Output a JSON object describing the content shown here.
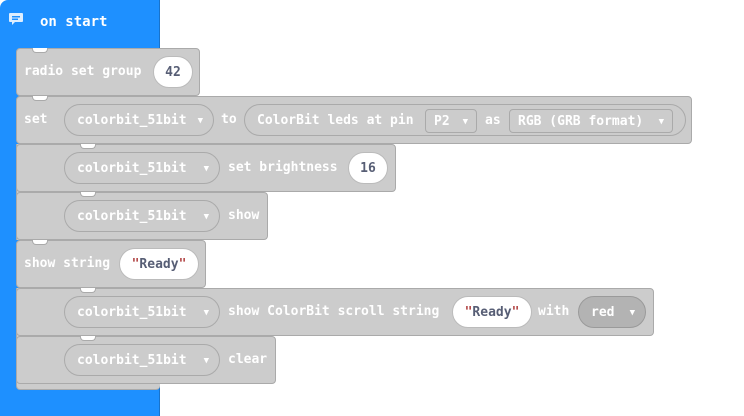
{
  "hat": {
    "label": "on start"
  },
  "radio": {
    "label": "radio set group",
    "value": "42"
  },
  "set": {
    "label": "set",
    "variable": "colorbit_51bit",
    "to": "to",
    "leds_label": "ColorBit leds at pin",
    "pin": "P2",
    "as": "as",
    "format": "RGB (GRB format)"
  },
  "brightness": {
    "variable": "colorbit_51bit",
    "label": "set brightness",
    "value": "16"
  },
  "show": {
    "variable": "colorbit_51bit",
    "label": "show"
  },
  "show_string": {
    "label": "show string",
    "open_q": "\"",
    "value": "Ready",
    "close_q": "\""
  },
  "scroll": {
    "variable": "colorbit_51bit",
    "label": "show ColorBit scroll string",
    "open_q": "\"",
    "value": "Ready",
    "close_q": "\"",
    "with": "with",
    "color": "red"
  },
  "clear": {
    "variable": "colorbit_51bit",
    "label": "clear"
  },
  "dropdown_caret": "▼",
  "colors": {
    "hat": "#1e90ff",
    "block": "#cccccc",
    "text": "#ffffff",
    "value_text": "#575e75"
  }
}
